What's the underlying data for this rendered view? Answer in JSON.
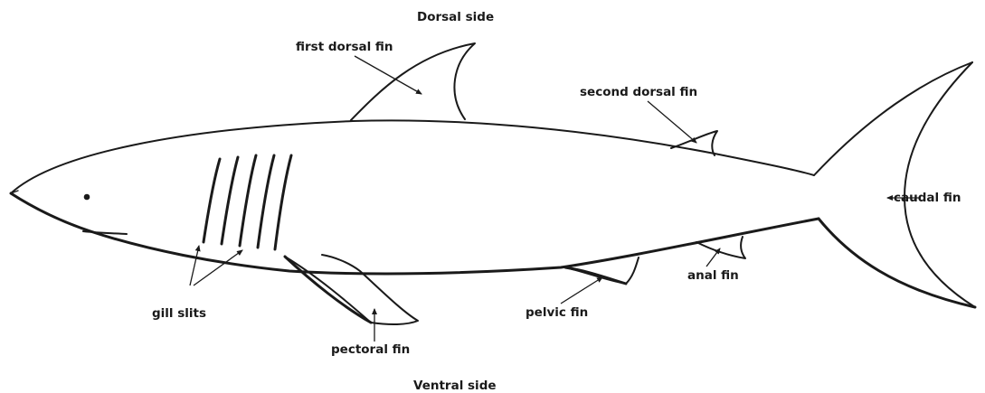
{
  "labels": {
    "dorsal_side": "Dorsal side",
    "ventral_side": "Ventral side",
    "first_dorsal_fin": "first dorsal fin",
    "second_dorsal_fin": "second dorsal fin",
    "caudal_fin": "caudal fin",
    "gill_slits": "gill slits",
    "pectoral_fin": "pectoral fin",
    "pelvic_fin": "pelvic fin",
    "anal_fin": "anal fin"
  },
  "colors": {
    "ink": "#1a1a1a",
    "background": "#ffffff"
  }
}
